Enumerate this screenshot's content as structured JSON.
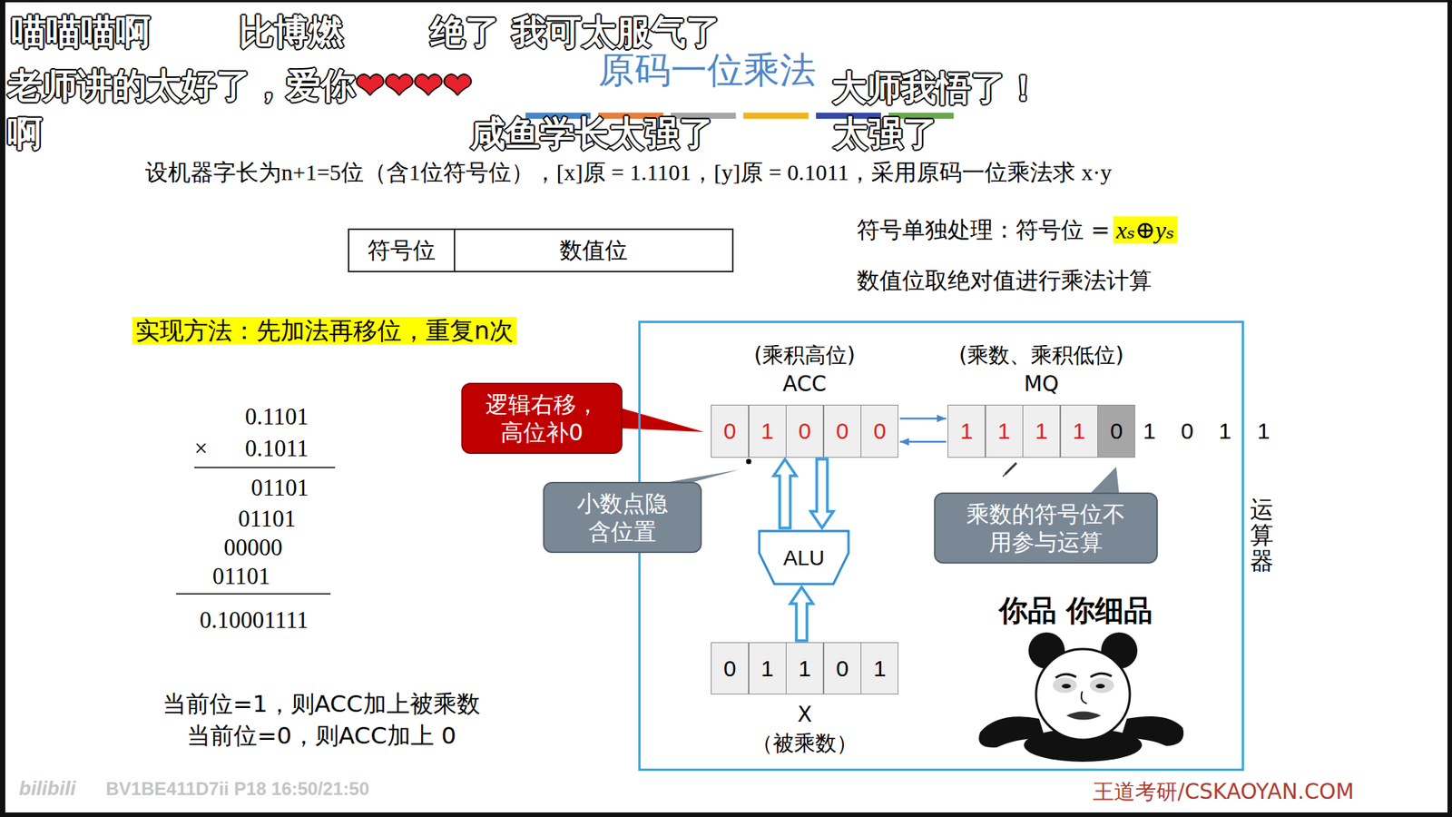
{
  "diagram": {
    "title": "原码一位乘法",
    "nodes": [
      {
        "text": [
          "符号位"
        ]
      },
      {
        "text": [
          "数值位"
        ]
      },
      {
        "text": [
          "逻辑右移， 高位补0"
        ]
      },
      {
        "text": [
          "运算器"
        ]
      },
      {
        "text": [
          "(乘积高位)",
          "ACC"
        ],
        "in": 3
      },
      {
        "text": [
          "0"
        ],
        "in": 4
      },
      {
        "text": [
          "1"
        ],
        "in": 4
      },
      {
        "text": [
          "0"
        ],
        "in": 4
      },
      {
        "text": [
          "0"
        ],
        "in": 4
      },
      {
        "text": [
          "0"
        ],
        "in": 4
      },
      {
        "text": [
          "(乘数、乘积低位)",
          "MQ"
        ],
        "in": 3
      },
      {
        "text": [
          "1"
        ],
        "in": 10
      },
      {
        "text": [
          "1"
        ],
        "in": 10
      },
      {
        "text": [
          "1"
        ],
        "in": 10
      },
      {
        "text": [
          "1"
        ],
        "in": 10
      },
      {
        "text": [
          "0"
        ],
        "in": 10
      },
      {
        "text": [
          "小数点隐 含位置"
        ]
      },
      {
        "text": [
          "ALU"
        ],
        "in": 3
      },
      {
        "text": [
          "乘数的符号位不 用参与运算"
        ],
        "in": 3
      },
      {
        "text": [
          "X",
          "（被乘数）"
        ],
        "in": 3
      },
      {
        "text": [
          "0"
        ],
        "in": 19
      },
      {
        "text": [
          "1"
        ],
        "in": 19
      },
      {
        "text": [
          "1"
        ],
        "in": 19
      },
      {
        "text": [
          "0"
        ],
        "in": 19
      },
      {
        "text": [
          "1"
        ],
        "in": 19
      }
    ],
    "edges": [
      {
        "from": 4,
        "to": 10,
        "arrow": "to"
      },
      {
        "from": 10,
        "to": 4,
        "arrow": "to"
      },
      {
        "from": 17,
        "to": 4,
        "arrow": "to"
      },
      {
        "from": 4,
        "to": 17,
        "arrow": "to"
      },
      {
        "from": 19,
        "to": 17,
        "arrow": "to"
      }
    ],
    "labels": [
      "喵喵喵啊",
      "比博燃",
      "绝了 我可太服气了",
      "老师讲的太好了，爱你❤❤❤❤",
      "大师我悟了！",
      "啊",
      "咸鱼学长太强了",
      "太强了",
      "设机器字长为n+1=5位（含1位符号位），[x]原 = 1.1101，[y]原 = 0.1011，采用原码一位乘法求 x·y",
      "符号单独处理：符号位 =",
      "xₛ⊕yₛ",
      "数值位取绝对值进行乘法计算",
      "实现方法：先加法再移位，重复n次",
      "0.1101",
      "×",
      "0.1011",
      "01101",
      "01101",
      "00000",
      "01101",
      "0.10001111",
      "当前位=1，则ACC加上被乘数",
      "当前位=0，则ACC加上 0",
      "1",
      "0",
      "1",
      "1",
      "你品 你细品",
      "王道考研/CSKAOYAN.COM",
      "bilibili",
      "BV1BE411D7ii P18 16:50/21:50"
    ]
  }
}
